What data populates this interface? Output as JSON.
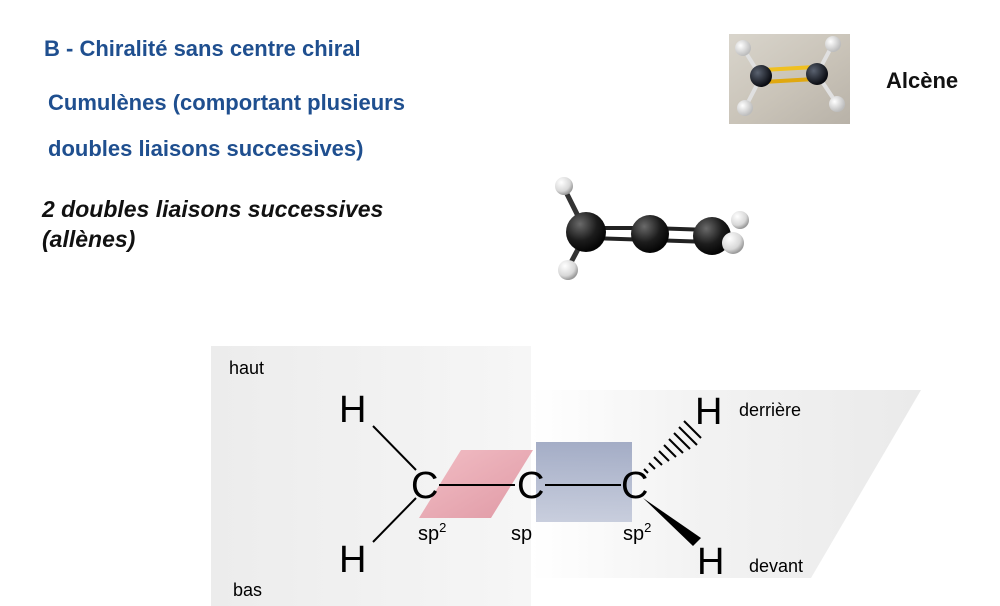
{
  "slide": {
    "heading": "B - Chiralité sans centre chiral",
    "cumulenes_line1": "Cumulènes (comportant plusieurs",
    "cumulenes_line2": "doubles liaisons successives)",
    "allenes_line1": "2 doubles liaisons successives",
    "allenes_line2": "(allènes)",
    "alkene_label": "Alcène"
  },
  "diagram": {
    "top_label": "haut",
    "bottom_label": "bas",
    "back_label": "derrière",
    "front_label": "devant",
    "atoms": {
      "h_top_left": "H",
      "h_bottom_left": "H",
      "h_top_right": "H",
      "h_bottom_right": "H",
      "c_left": "C",
      "c_center": "C",
      "c_right": "C"
    },
    "hybridization": {
      "left": "sp",
      "left_sup": "2",
      "center": "sp",
      "right": "sp",
      "right_sup": "2"
    }
  },
  "colors": {
    "title": "#1f4f8f",
    "plane_pink": "#e8a0aa",
    "plane_blue": "#a9b3cb",
    "atom_dark": "#1a1a1a",
    "atom_white": "#f5f5f5",
    "bond_yellow": "#f0c020"
  }
}
